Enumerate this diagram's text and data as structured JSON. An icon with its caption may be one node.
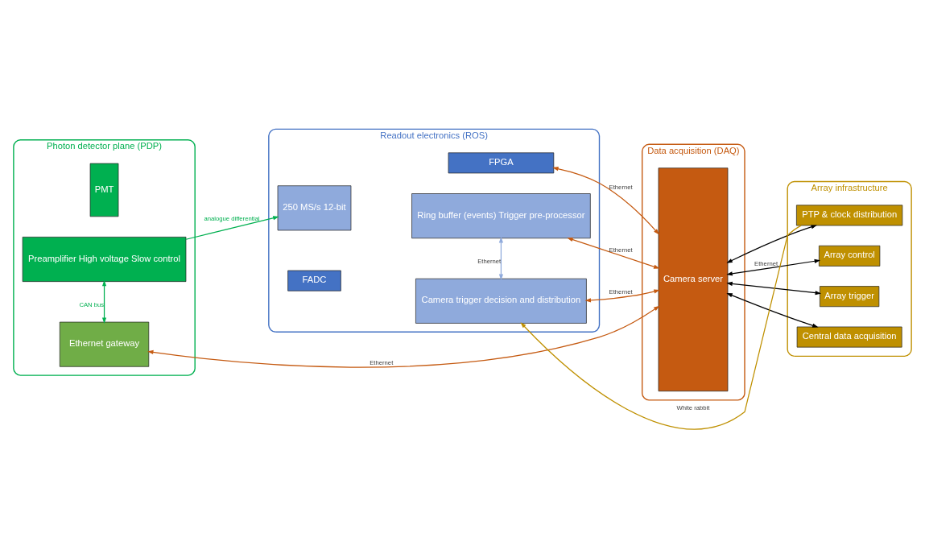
{
  "diagram": {
    "nodes": [
      {
        "text": [
          "Photon detector plane (PDP)"
        ]
      },
      {
        "text": [
          "PMT"
        ],
        "in": 0
      },
      {
        "text": [
          "Preamplifier High voltage Slow control"
        ],
        "in": 0
      },
      {
        "text": [
          "Ethernet gateway"
        ],
        "in": 0
      },
      {
        "text": [
          "Readout electronics (ROS)"
        ]
      },
      {
        "text": [
          "FADC"
        ],
        "in": 4
      },
      {
        "text": [
          "FPGA"
        ],
        "in": 4
      },
      {
        "text": [
          "250 MS/s 12-bit"
        ],
        "in": 4
      },
      {
        "text": [
          "Ring buffer (events) Trigger pre-processor"
        ],
        "in": 4
      },
      {
        "text": [
          "Camera trigger decision and distribution"
        ],
        "in": 4
      },
      {
        "text": [
          "Data acquisition (DAQ)"
        ]
      },
      {
        "text": [
          "Camera server"
        ],
        "in": 10
      },
      {
        "text": [
          "Array infrastructure"
        ]
      },
      {
        "text": [
          "Array control"
        ],
        "in": 12
      },
      {
        "text": [
          "Array trigger"
        ],
        "in": 12
      },
      {
        "text": [
          "Central data acquisition"
        ],
        "in": 12
      },
      {
        "text": [
          "PTP & clock distribution"
        ],
        "in": 12
      }
    ],
    "edges": [
      {
        "from": 2,
        "to": 7,
        "arrow": "to",
        "label": "analogue differential",
        "color": "#00b050"
      },
      {
        "from": 2,
        "to": 3,
        "arrow": "both",
        "label": "CAN bus",
        "color": "#00b050"
      },
      {
        "from": 6,
        "to": 11,
        "arrow": "both",
        "label": "Ethernet"
      },
      {
        "from": 8,
        "to": 11,
        "arrow": "both",
        "label": "Ethernet"
      },
      {
        "from": 8,
        "to": 9,
        "arrow": "both",
        "label": "Ethernet",
        "color": "#8faadc"
      },
      {
        "from": 9,
        "to": 11,
        "arrow": "both",
        "label": "Ethernet"
      },
      {
        "from": 3,
        "to": 11,
        "arrow": "both",
        "label": "Ethernet"
      },
      {
        "from": 11,
        "to": 13,
        "arrow": "both",
        "label": "Ethernet",
        "color": "#000000"
      },
      {
        "from": 11,
        "to": 14,
        "arrow": "both",
        "color": "#000000"
      },
      {
        "from": 11,
        "to": 15,
        "arrow": "both",
        "color": "#000000"
      },
      {
        "from": 11,
        "to": 16,
        "arrow": "both",
        "color": "#000000"
      },
      {
        "from": 16,
        "to": 9,
        "arrow": "to",
        "label": "White rabbit",
        "color": "#bf9000"
      }
    ]
  }
}
